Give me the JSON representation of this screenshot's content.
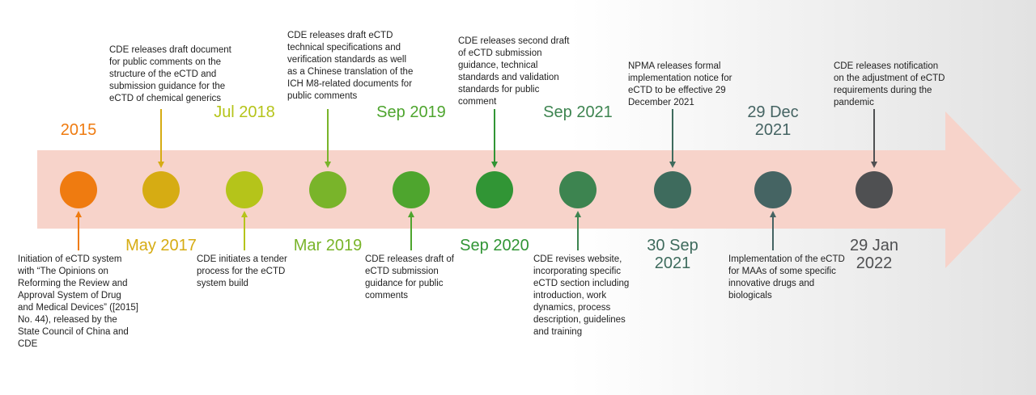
{
  "colors": {
    "arrow_band": "#f7d3ca",
    "background": "#ffffff"
  },
  "events": [
    {
      "date": "2015",
      "color": "#ef7b10",
      "desc": "Initiation of eCTD system with “The Opinions on Reforming the Review and Approval System of Drug and Medical Devices” ([2015] No. 44), released by the State Council of China and CDE"
    },
    {
      "date": "May 2017",
      "color": "#d6ac13",
      "desc": "CDE releases draft document for public comments on the structure of the eCTD and submission guidance for the eCTD of chemical generics"
    },
    {
      "date": "Jul 2018",
      "color": "#b5c41a",
      "desc": "CDE initiates a tender process for the eCTD system build"
    },
    {
      "date": "Mar 2019",
      "color": "#79b42a",
      "desc": "CDE releases draft eCTD technical specifications and verification standards as well as a Chinese translation of the ICH M8-related documents for public comments"
    },
    {
      "date": "Sep 2019",
      "color": "#4ea52e",
      "desc": "CDE releases draft of eCTD submission guidance for public comments"
    },
    {
      "date": "Sep 2020",
      "color": "#319535",
      "desc": "CDE releases second draft of eCTD submission guidance, technical standards and validation standards for public comment"
    },
    {
      "date": "Sep 2021",
      "color": "#3d8450",
      "desc": "CDE revises website, incorporating specific eCTD section including introduction, work dynamics, process description, guidelines and training"
    },
    {
      "date": "30 Sep 2021",
      "color": "#3e6b5d",
      "desc": "NPMA releases formal implementation notice for eCTD to be effective 29 December 2021"
    },
    {
      "date": "29 Dec 2021",
      "color": "#456463",
      "desc": "Implementation of the eCTD for MAAs of some specific innovative drugs and biologicals"
    },
    {
      "date": "29 Jan 2022",
      "color": "#4f5052",
      "desc": "CDE releases notification on the adjustment of eCTD requirements during the pandemic"
    }
  ]
}
